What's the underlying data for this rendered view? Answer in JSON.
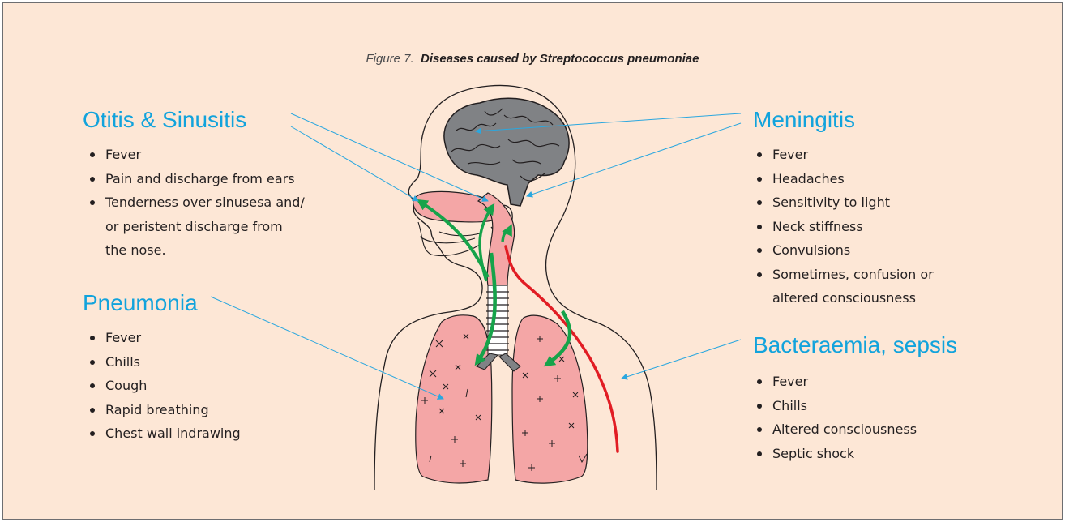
{
  "caption": {
    "prefix": "Figure 7.",
    "title": "Diseases caused by Streptococcus pneumoniae"
  },
  "sections": {
    "otitis": {
      "heading": "Otitis & Sinusitis",
      "items": [
        "Fever",
        "Pain and discharge from ears",
        "Tenderness over sinusesa and/",
        "or peristent discharge from",
        "the nose."
      ]
    },
    "pneumonia": {
      "heading": "Pneumonia",
      "items": [
        "Fever",
        "Chills",
        "Cough",
        "Rapid breathing",
        "Chest wall indrawing"
      ]
    },
    "meningitis": {
      "heading": "Meningitis",
      "items": [
        "Fever",
        "Headaches",
        "Sensitivity to light",
        "Neck stiffness",
        "Convulsions",
        "Sometimes, confusion or",
        "altered consciousness"
      ]
    },
    "bacteraemia": {
      "heading": "Bacteraemia, sepsis",
      "items": [
        "Fever",
        "Chills",
        "Altered consciousness",
        "Septic shock"
      ]
    }
  },
  "colors": {
    "background": "#fde7d6",
    "border": "#6d6e71",
    "heading": "#12a3dc",
    "leader_line": "#2aa7df",
    "brain": "#808285",
    "airway_pink": "#f4a6a6",
    "green_arrow": "#16a34a",
    "red_line": "#e11d24"
  }
}
